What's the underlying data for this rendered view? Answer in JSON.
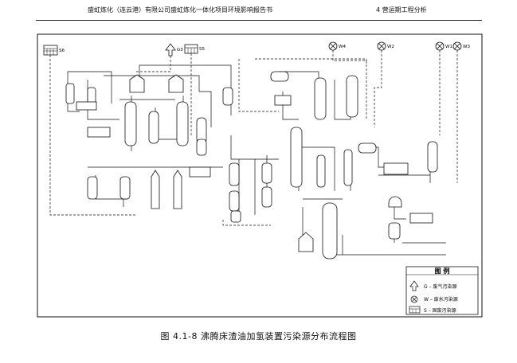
{
  "header": {
    "left": "盛虹炼化（连云港）有限公司盛虹炼化一体化项目环境影响报告书",
    "right": "4 营运期工程分析"
  },
  "caption": "图 4.1-8  沸腾床渣油加氢装置污染源分布流程图",
  "legend": {
    "title": "图    例",
    "items": [
      {
        "icon": "arrow-up-icon",
        "label": "G – 废气污染源"
      },
      {
        "icon": "circle-x-icon",
        "label": "W – 废水污染源"
      },
      {
        "icon": "solid-waste-icon",
        "label": "S – 固废污染源"
      }
    ]
  },
  "sources": {
    "s6": "S6",
    "g3": "G3",
    "s5": "S5",
    "w4": "W4",
    "w2": "W2",
    "w1": "W1",
    "w3": "W3"
  }
}
